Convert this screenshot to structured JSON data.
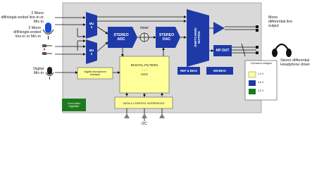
{
  "inputs": {
    "in1": "2 Mono\ndiff/single-ended line-in or\nMic-in",
    "in2": "2 Mono\ndiff/single-ended\nline-in or Mic-in",
    "digital_mic": "Digital\nMic-in"
  },
  "blocks": {
    "mux_top": "MU\nX",
    "mux_bottom": "MU\nX",
    "adc": "STEREO\nADC",
    "mixer": "mixer",
    "dac": "STEREO\nDAC",
    "switching_matrix": "SWITCHING\nMATRIX",
    "hp_out": "HP OUT",
    "digital_mic_interface": "Digital microphone\ninterface",
    "digital_filters": "DIGITAL FILTERS",
    "filters_sep": "- - -",
    "agc": "AGC",
    "ref_bias": "REF & BIAS",
    "micbias": "MICBIAS",
    "data_control": "DATA & CONTROL INTERFACES",
    "core_regulator": "Core index\nregulator"
  },
  "outputs": {
    "mono_diff": "Mono\ndifferential line\noutput",
    "headphone": "Stereo differential\nHeadphone driver"
  },
  "bottom_label": "I2C",
  "legend": {
    "title": "Operation voltages",
    "items": [
      {
        "label": "1.2 V",
        "color": "#ffff99"
      },
      {
        "label": "3.6 V",
        "color": "#1e3aa8"
      },
      {
        "label": "3.3 V",
        "color": "#1e7a1e"
      }
    ]
  },
  "colors": {
    "board": "#d9d9d9",
    "blue_block": "#1e3aa8",
    "yellow_block": "#ffff99",
    "green_block": "#1e7a1e",
    "icon_blue": "#1a4fd6"
  },
  "icons": [
    "microphone-icon",
    "line-in-jack-icon",
    "headphones-icon",
    "digital-microphone-icon"
  ]
}
